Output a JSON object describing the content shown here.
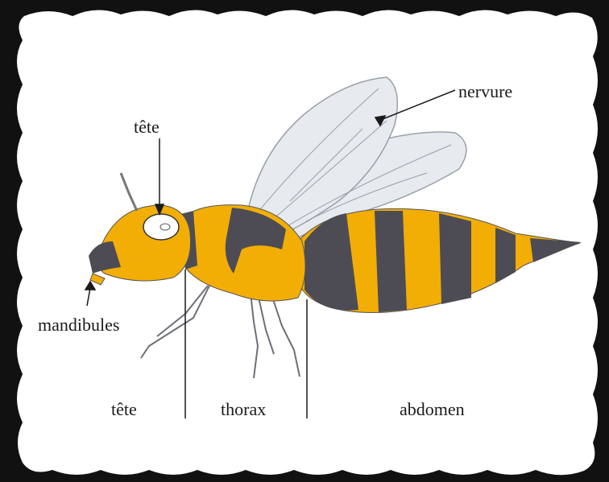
{
  "labels": {
    "nervure": "nervure",
    "tete_top": "tête",
    "mandibules": "mandibules",
    "tete_bottom": "tête",
    "thorax": "thorax",
    "abdomen": "abdomen"
  },
  "colors": {
    "background": "#111111",
    "paper": "#ffffff",
    "yellow": "#f2ae05",
    "dark_stripe": "#4d4c55",
    "wing_fill": "#e7eaee",
    "ink": "#1a1a1a"
  }
}
